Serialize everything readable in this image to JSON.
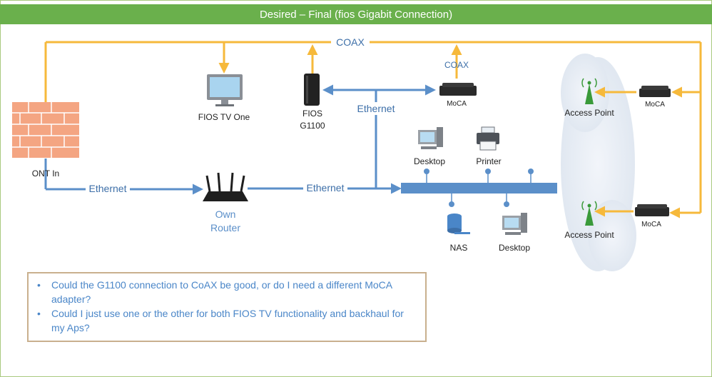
{
  "title": "Desired – Final (fios Gigabit Connection)",
  "labels": {
    "coax_main": "COAX",
    "coax_small": "COAX",
    "fios_tv": "FIOS TV One",
    "fios_line1": "FIOS",
    "fios_line2": "G1100",
    "ethernet_upper": "Ethernet",
    "moca_center": "MoCA",
    "access_point_top": "Access Point",
    "moca_top": "MoCA",
    "ont": "ONT In",
    "ethernet_left": "Ethernet",
    "router_line1": "Own",
    "router_line2": "Router",
    "ethernet_right": "Ethernet",
    "desktop_top": "Desktop",
    "printer": "Printer",
    "nas": "NAS",
    "desktop_bottom": "Desktop",
    "access_point_bottom": "Access Point",
    "moca_bottom": "MoCA"
  },
  "notes": [
    "Could the G1100 connection to CoAX be good, or do I need a different MoCA adapter?",
    "Could I just use one or the other for both FIOS TV functionality and backhaul for my Aps?"
  ],
  "colors": {
    "title_bar": "#6ab04c",
    "coax": "#f6b93b",
    "ethernet": "#5b8fc9",
    "brick": "#f4a582",
    "label_blue": "#3d6fa8",
    "note_text": "#4a86c8"
  }
}
